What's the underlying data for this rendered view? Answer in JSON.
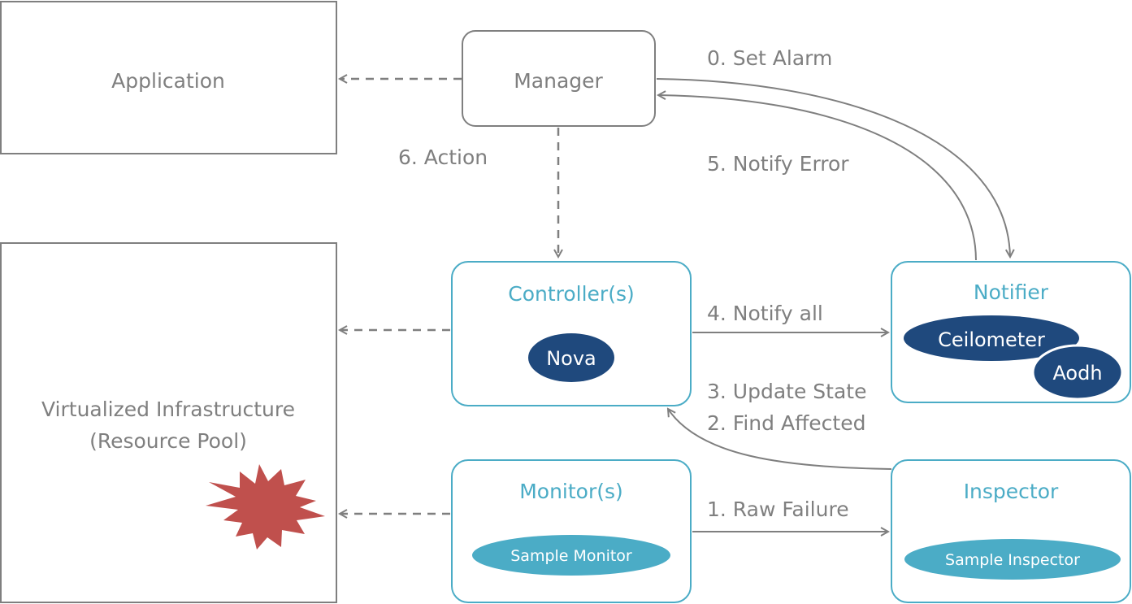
{
  "colors": {
    "grey": "#7f7f7f",
    "teal": "#4bacc6",
    "navy": "#1f497d",
    "pill_teal": "#4bacc6",
    "burst": "#c0504d"
  },
  "boxes": {
    "application": {
      "label": "Application"
    },
    "manager": {
      "label": "Manager"
    },
    "infrastructure": {
      "label_line1": "Virtualized Infrastructure",
      "label_line2": "(Resource Pool)"
    },
    "controllers": {
      "title": "Controller(s)",
      "component": "Nova"
    },
    "notifier": {
      "title": "Notifier",
      "component_1": "Ceilometer",
      "component_2": "Aodh"
    },
    "monitors": {
      "title": "Monitor(s)",
      "component": "Sample Monitor"
    },
    "inspector": {
      "title": "Inspector",
      "component": "Sample Inspector"
    }
  },
  "edges": {
    "set_alarm": "0. Set Alarm",
    "raw_failure": "1. Raw Failure",
    "find_affected": "2. Find Affected",
    "update_state": "3. Update State",
    "notify_all": "4. Notify all",
    "notify_error": "5. Notify  Error",
    "action": "6. Action"
  },
  "icons": {
    "failure": "failure-burst-icon"
  }
}
